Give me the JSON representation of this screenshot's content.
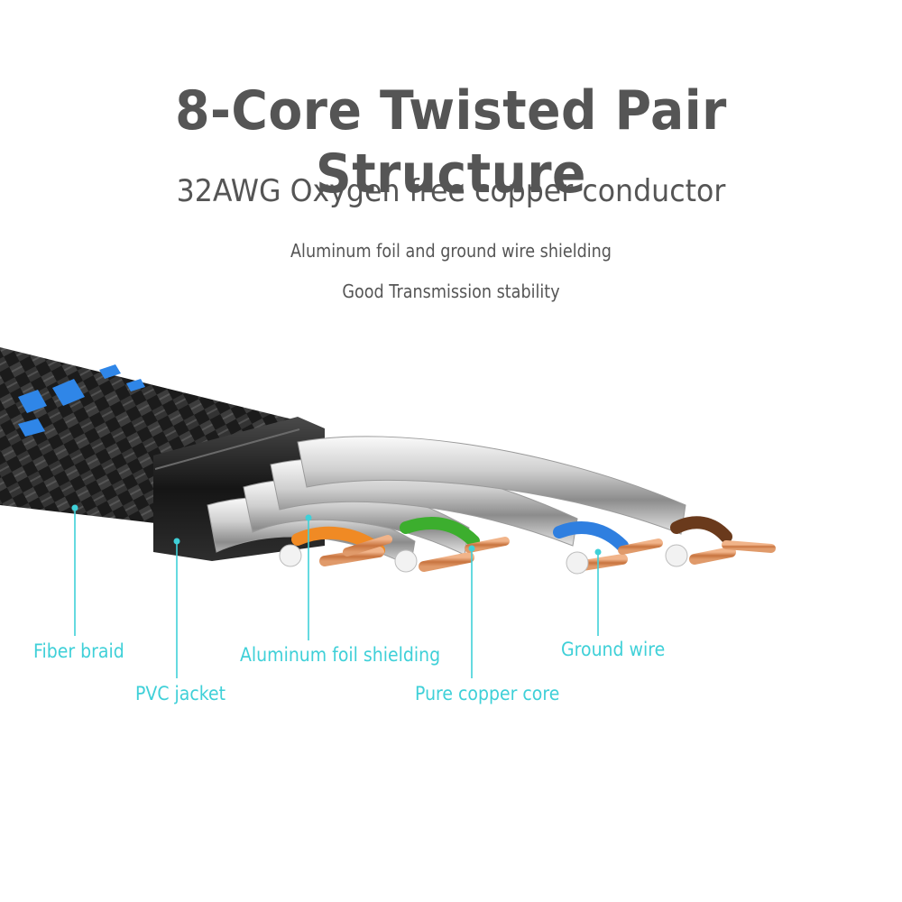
{
  "title": "8-Core Twisted Pair Structure",
  "subtitle": "32AWG Oxygen free copper conductor",
  "features": [
    "Aluminum foil and ground wire shielding",
    "Good Transmission stability"
  ],
  "callouts": {
    "fiber_braid": "Fiber braid",
    "pvc_jacket": "PVC jacket",
    "aluminum_foil": "Aluminum foil shielding",
    "copper_core": "Pure copper core",
    "ground_wire": "Ground wire"
  },
  "pairs": [
    {
      "name": "orange",
      "color": "#f08a24"
    },
    {
      "name": "green",
      "color": "#3cae2e"
    },
    {
      "name": "blue",
      "color": "#2f7fe0"
    },
    {
      "name": "brown",
      "color": "#6a3a1c"
    }
  ],
  "colors": {
    "title": "#555555",
    "text": "#555555",
    "callout": "#3fd0d8",
    "copper": "#d4895a",
    "braid_accent": "#2f86e8"
  }
}
